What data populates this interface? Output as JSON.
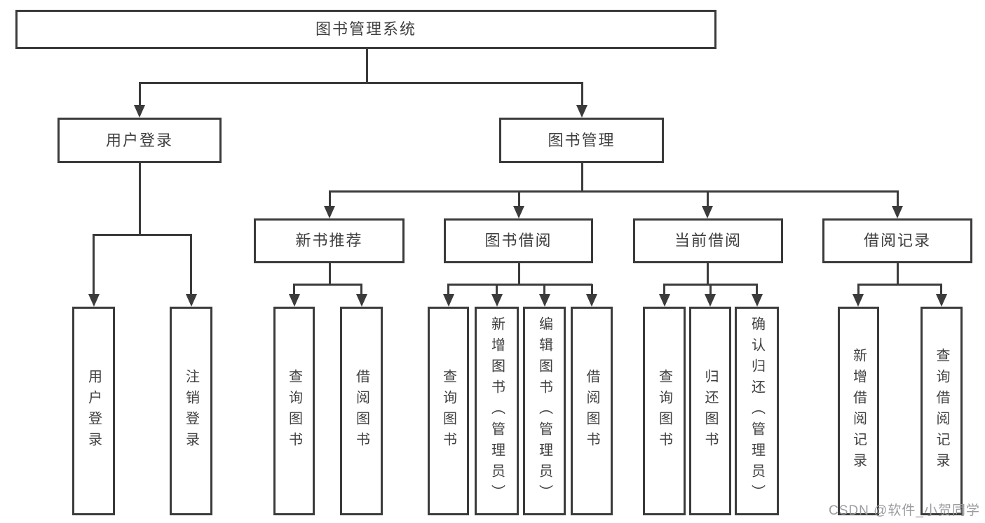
{
  "diagram": {
    "title": "图书管理系统",
    "watermark": "CSDN @软件_小贺同学",
    "colors": {
      "line": "#3b3b3b",
      "text": "#3f3f3f",
      "background": "#ffffff",
      "watermark": "#9b9ba1"
    },
    "nodes": {
      "root": "图书管理系统",
      "user_login_branch": "用户登录",
      "book_management_branch": "图书管理",
      "new_book_recommend": "新书推荐",
      "book_borrow": "图书借阅",
      "current_borrow": "当前借阅",
      "borrow_records": "借阅记录",
      "leaf_user_login": "用户登录",
      "leaf_logout": "注销登录",
      "leaf_query_books_recommend": "查询图书",
      "leaf_borrow_books_recommend": "借阅图书",
      "leaf_query_books_borrow": "查询图书",
      "leaf_add_book_admin": "新增图书（管理员）",
      "leaf_edit_book_admin": "编辑图书（管理员）",
      "leaf_borrow_books_borrow": "借阅图书",
      "leaf_query_books_current": "查询图书",
      "leaf_return_books": "归还图书",
      "leaf_confirm_return_admin": "确认归还（管理员）",
      "leaf_add_borrow_record": "新增借阅记录",
      "leaf_query_borrow_record": "查询借阅记录"
    }
  }
}
